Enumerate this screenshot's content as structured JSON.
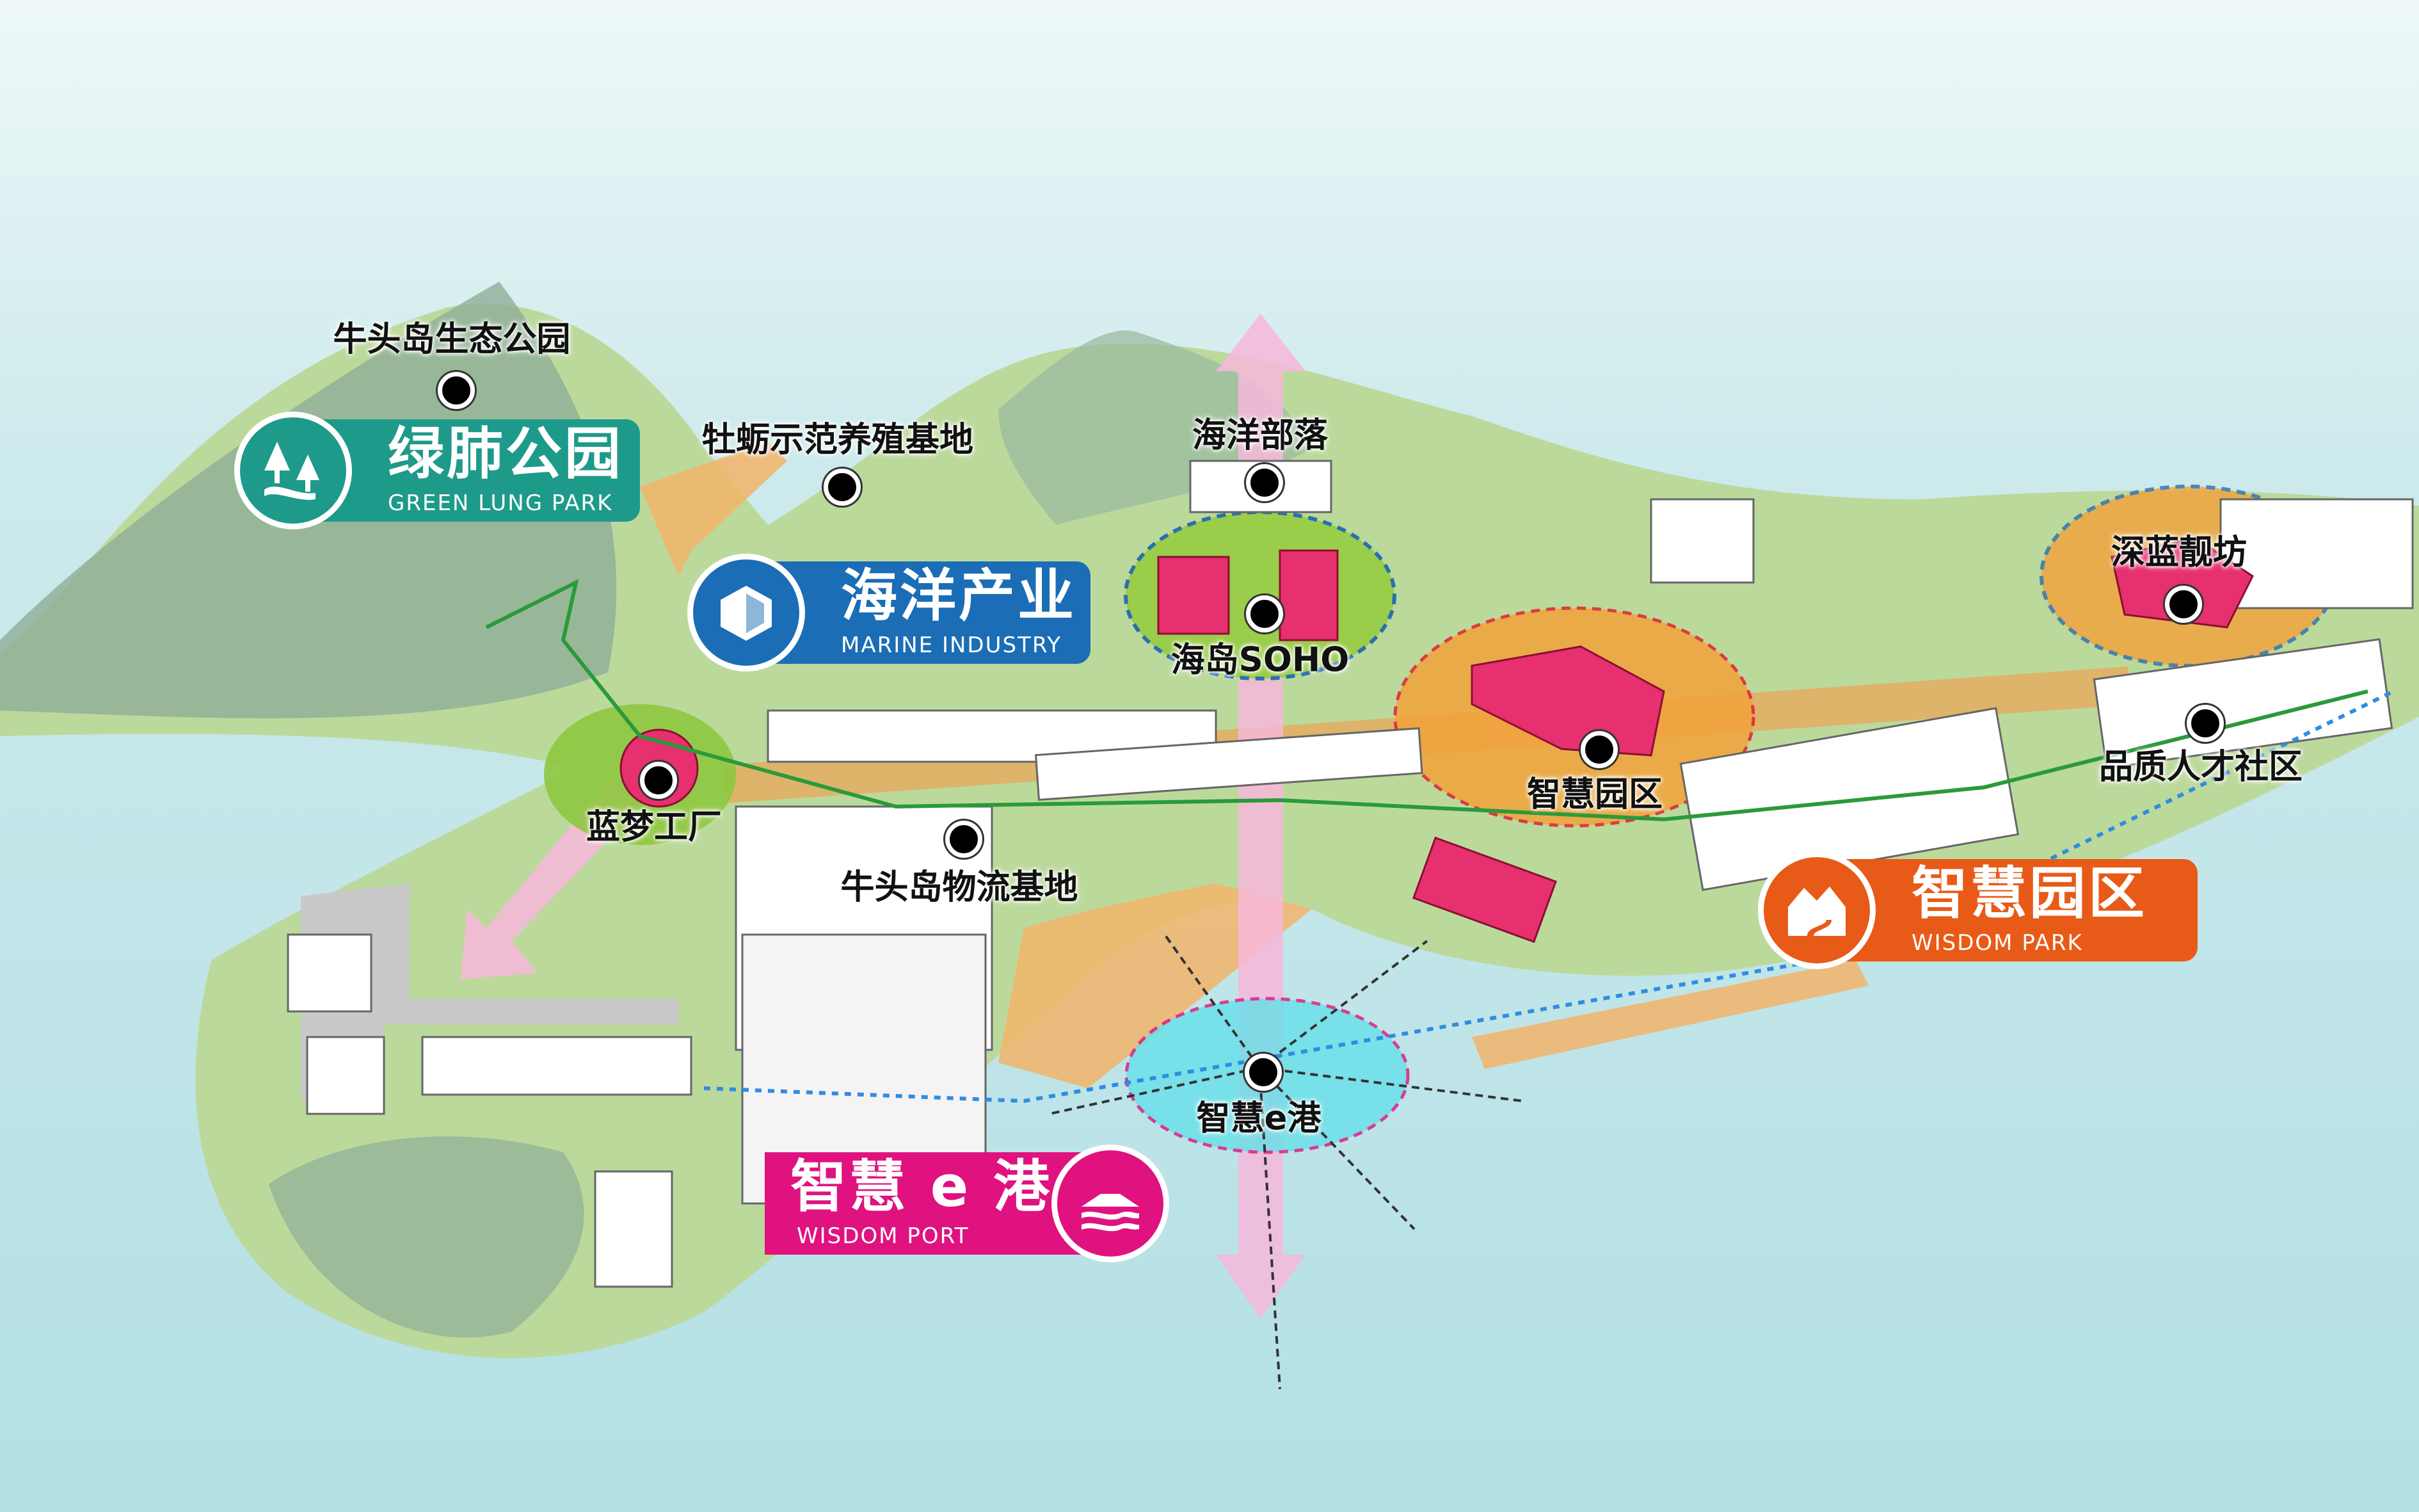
{
  "colors": {
    "green_lung": "#1e9a8a",
    "marine": "#1b6db5",
    "wisdom_park": "#e85a17",
    "wisdom_port": "#e0127f",
    "sea": "#b3e0e5",
    "land": "#bcd99c"
  },
  "badges": {
    "green_lung": {
      "zh": "绿肺公园",
      "en": "GREEN LUNG PARK",
      "icon": "tree-icon"
    },
    "marine": {
      "zh": "海洋产业",
      "en": "MARINE INDUSTRY",
      "icon": "cube-icon"
    },
    "wisdom_park": {
      "zh": "智慧园区",
      "en": "WISDOM PARK",
      "icon": "house-icon"
    },
    "wisdom_port": {
      "zh": "智慧 e 港",
      "en": "WISDOM PORT",
      "icon": "boat-icon"
    }
  },
  "places": [
    {
      "name": "牛头岛生态公园"
    },
    {
      "name": "牡蛎示范养殖基地"
    },
    {
      "name": "海洋部落"
    },
    {
      "name": "海岛SOHO"
    },
    {
      "name": "蓝梦工厂"
    },
    {
      "name": "牛头岛物流基地"
    },
    {
      "name": "智慧园区"
    },
    {
      "name": "深蓝靓坊"
    },
    {
      "name": "品质人才社区"
    },
    {
      "name": "智慧e港"
    }
  ]
}
